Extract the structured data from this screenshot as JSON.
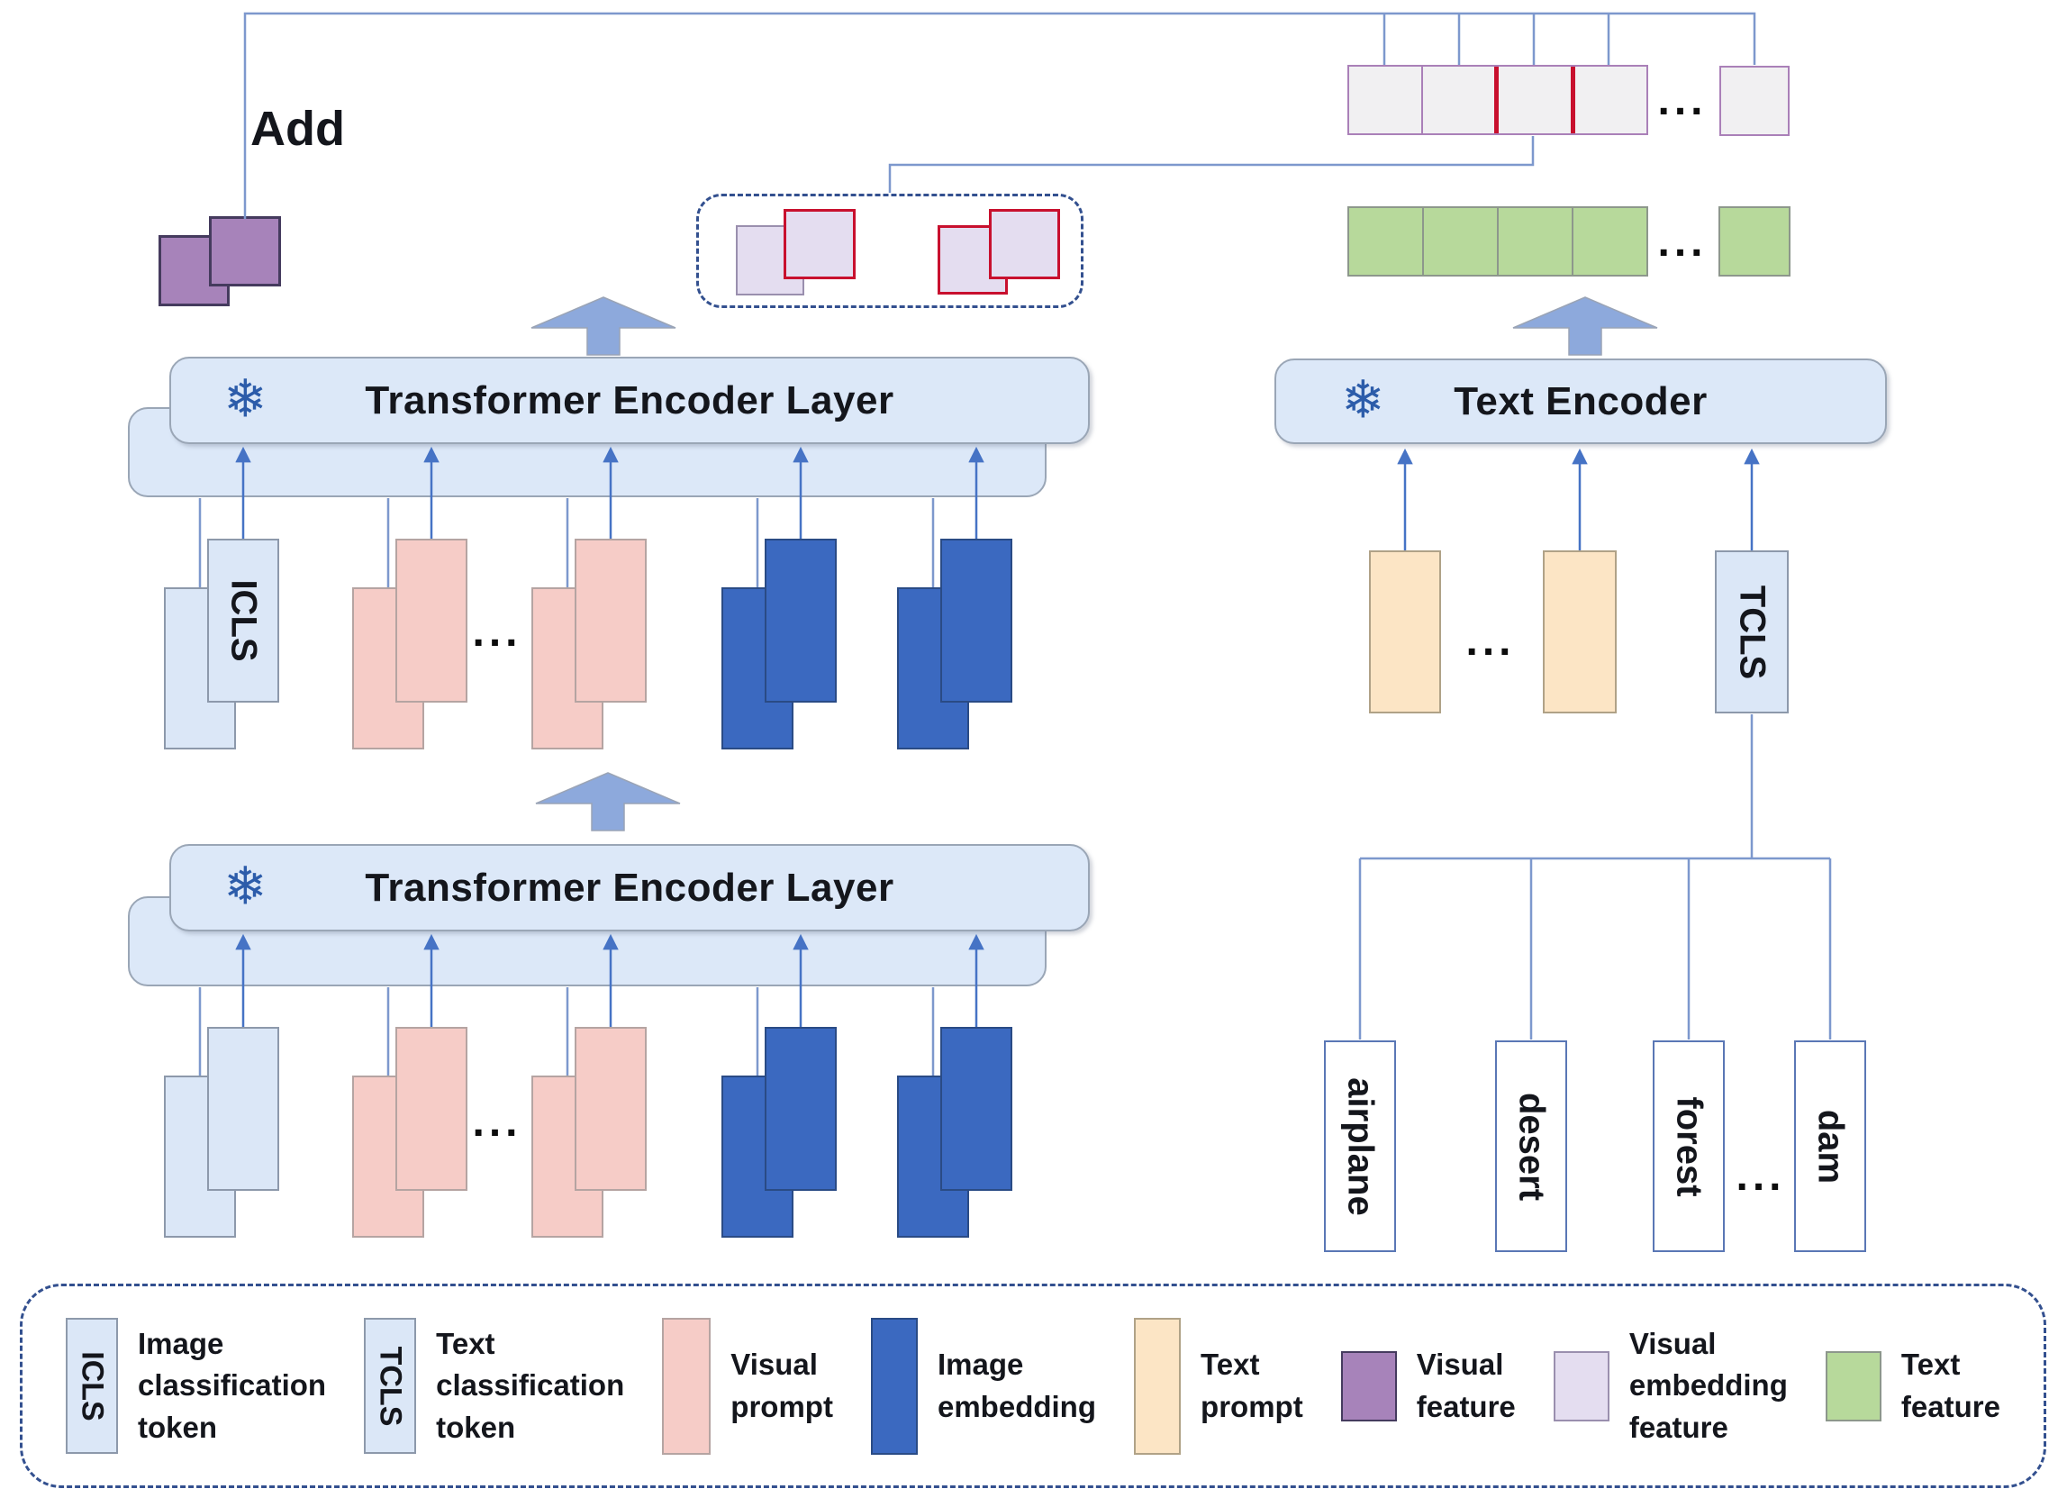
{
  "diagram": {
    "add_label": "Add",
    "ellipsis": "...",
    "snowflake_glyph": "❄",
    "image_branch": {
      "encoder_layers": [
        "Transformer Encoder Layer",
        "Transformer Encoder Layer"
      ],
      "icls_token_label": "ICLS"
    },
    "text_branch": {
      "encoder_label": "Text Encoder",
      "tcls_token_label": "TCLS",
      "class_words": [
        "airplane",
        "desert",
        "forest",
        "dam"
      ]
    }
  },
  "legend": {
    "items": [
      {
        "key": "icls",
        "swatch_text": "ICLS",
        "label": "Image\nclassification\ntoken"
      },
      {
        "key": "tcls",
        "swatch_text": "TCLS",
        "label": "Text\nclassification\ntoken"
      },
      {
        "key": "visual-prompt",
        "label": "Visual\nprompt"
      },
      {
        "key": "image-embedding",
        "label": "Image\nembedding"
      },
      {
        "key": "text-prompt",
        "label": "Text\nprompt"
      },
      {
        "key": "visual-feature",
        "label": "Visual\nfeature"
      },
      {
        "key": "visual-embedding-feature",
        "label": "Visual\nembedding\nfeature"
      },
      {
        "key": "text-feature",
        "label": "Text\nfeature"
      }
    ]
  },
  "colors": {
    "encoder_box_fill": "#dce8f8",
    "encoder_box_border": "#9aa6b6",
    "token_blue_fill": "#dbe7f7",
    "token_blue_border": "#8d99ab",
    "visual_prompt_fill": "#f6ccc7",
    "visual_prompt_border": "#b5a4a2",
    "image_embedding_fill": "#3b69c0",
    "image_embedding_border": "#2a4b85",
    "text_prompt_fill": "#fce5c5",
    "text_prompt_border": "#b0a287",
    "visual_feature_fill": "#a783ba",
    "visual_feature_border": "#453b5e",
    "visual_embedding_fill": "#e4ddf0",
    "visual_embedding_border": "#9a8fae",
    "visual_embedding_cell_fill": "#f1f0f2",
    "visual_embedding_cell_border": "#aa80b8",
    "text_feature_fill": "#b7d99b",
    "text_feature_border": "#8d978c",
    "highlight_red": "#c8102e",
    "connector_blue": "#7d98cd",
    "arrow_blue": "#4673c5",
    "fat_arrow_fill": "#8da9dc",
    "dashed_border": "#33508f",
    "snowflake_blue": "#2c5caa",
    "class_word_border": "#5a77b5",
    "text_color": "#14161c"
  }
}
